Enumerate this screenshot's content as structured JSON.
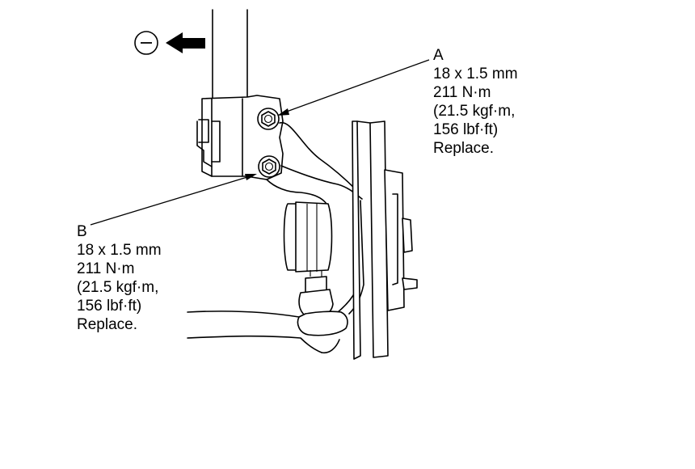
{
  "callouts": {
    "a": {
      "letter": "A",
      "size": "18 x 1.5 mm",
      "torque_nm": "211 N·m",
      "torque_kgf": "(21.5 kgf·m,",
      "torque_lbf": "156 lbf·ft)",
      "note": "Replace."
    },
    "b": {
      "letter": "B",
      "size": "18 x 1.5 mm",
      "torque_nm": "211 N·m",
      "torque_kgf": "(21.5 kgf·m,",
      "torque_lbf": "156 lbf·ft)",
      "note": "Replace."
    }
  },
  "direction_symbol": {
    "sign": "−",
    "icon": "minus-direction-icon",
    "arrow": "left-arrow-icon"
  }
}
